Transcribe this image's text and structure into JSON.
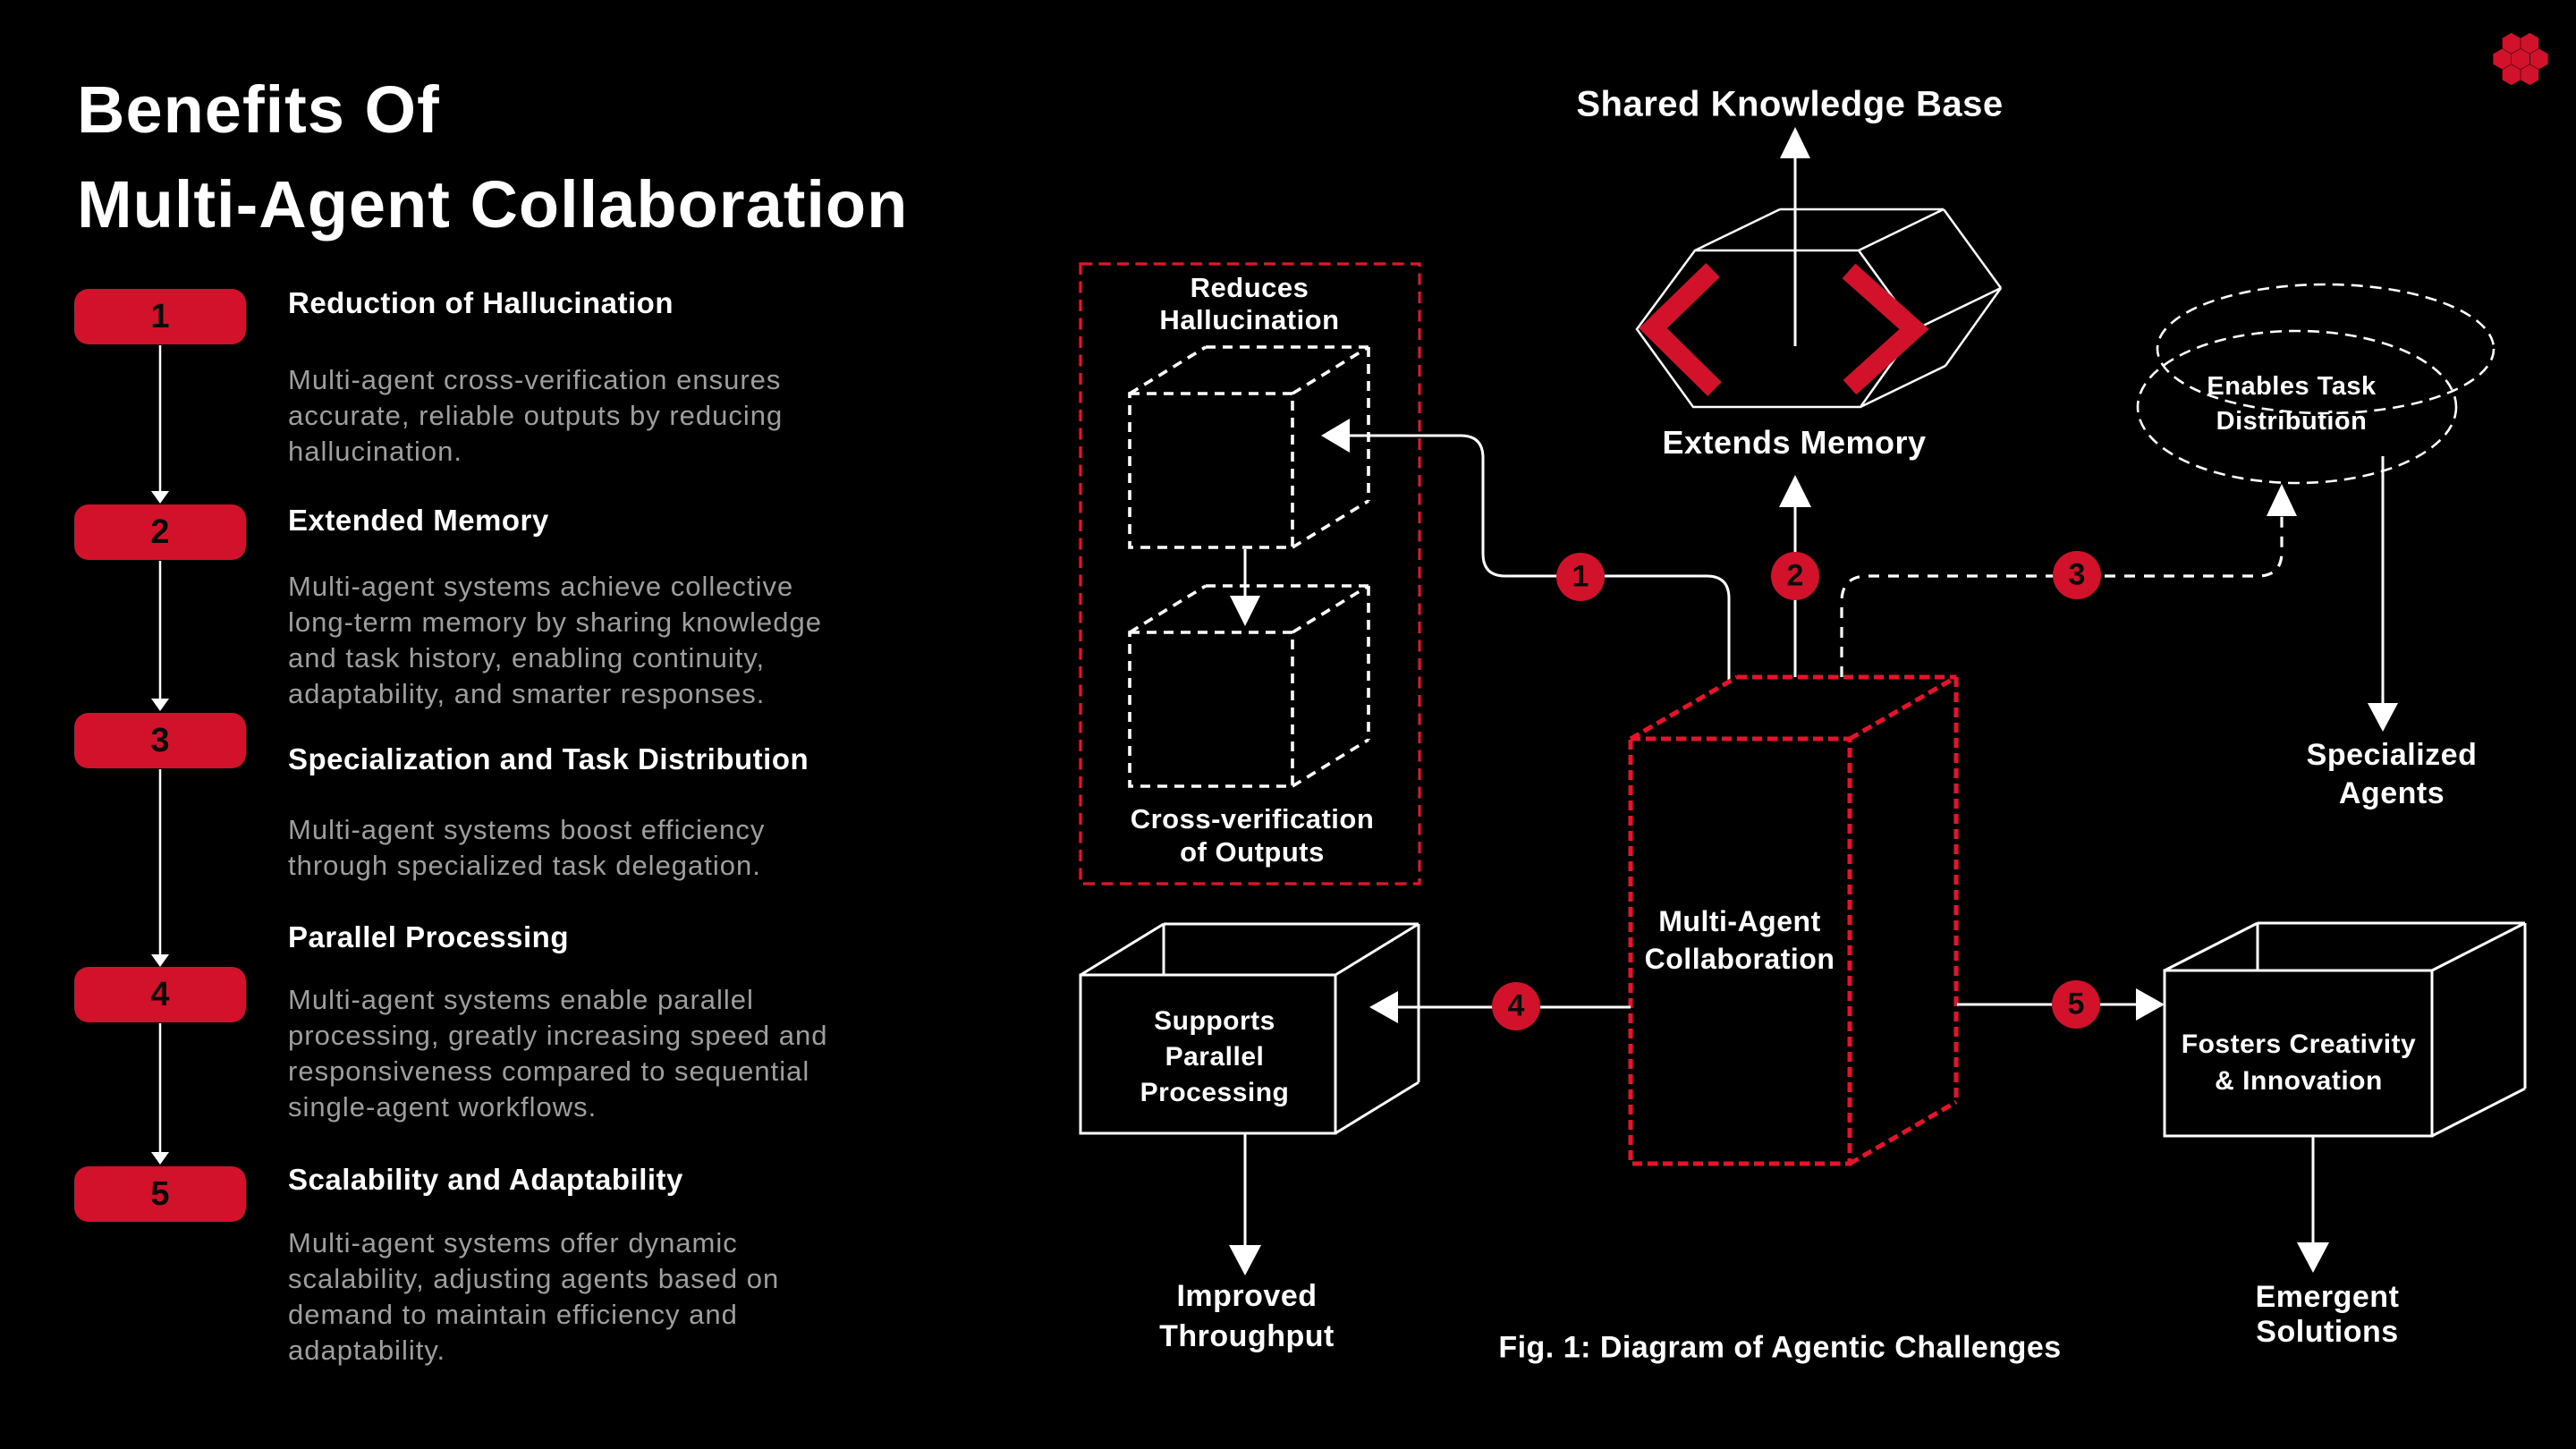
{
  "header": {
    "title_lines": [
      "Benefits Of",
      "Multi-Agent Collaboration"
    ]
  },
  "benefits": [
    {
      "num": "1",
      "heading": "Reduction of Hallucination",
      "body": [
        "Multi-agent cross-verification ensures",
        "accurate, reliable outputs by reducing",
        "hallucination."
      ]
    },
    {
      "num": "2",
      "heading": "Extended Memory",
      "body": [
        "Multi-agent systems achieve collective",
        "long-term memory by sharing knowledge",
        "and task history, enabling continuity,",
        "adaptability, and smarter responses."
      ]
    },
    {
      "num": "3",
      "heading": "Specialization and Task Distribution",
      "body": [
        "Multi-agent systems boost efficiency",
        "through specialized task delegation."
      ]
    },
    {
      "num": "4",
      "heading": "Parallel Processing",
      "body": [
        "Multi-agent systems enable parallel",
        "processing, greatly increasing speed and",
        "responsiveness compared to sequential",
        "single-agent workflows."
      ]
    },
    {
      "num": "5",
      "heading": "Scalability and Adaptability",
      "body": [
        "Multi-agent systems offer dynamic",
        "scalability, adjusting agents based on",
        "demand to maintain efficiency and",
        "adaptability."
      ]
    }
  ],
  "diagram": {
    "shared_knowledge_base": "Shared Knowledge Base",
    "extends_memory": "Extends Memory",
    "reduces_hallucination": [
      "Reduces",
      "Hallucination"
    ],
    "cross_verification": [
      "Cross-verification",
      "of Outputs"
    ],
    "multi_agent_collaboration": [
      "Multi-Agent",
      "Collaboration"
    ],
    "enables_task_distribution": [
      "Enables Task",
      "Distribution"
    ],
    "specialized_agents": [
      "Specialized",
      "Agents"
    ],
    "supports_parallel_processing": [
      "Supports",
      "Parallel",
      "Processing"
    ],
    "fosters_creativity": [
      "Fosters Creativity",
      "& Innovation"
    ],
    "improved_throughput": [
      "Improved",
      "Throughput"
    ],
    "emergent_solutions": "Emergent Solutions",
    "caption": "Fig. 1: Diagram of Agentic Challenges",
    "badges": [
      "1",
      "2",
      "3",
      "4",
      "5"
    ]
  },
  "colors": {
    "red": "#d2112b",
    "red_bright": "#e8132b",
    "gray": "#9e9e9e"
  }
}
